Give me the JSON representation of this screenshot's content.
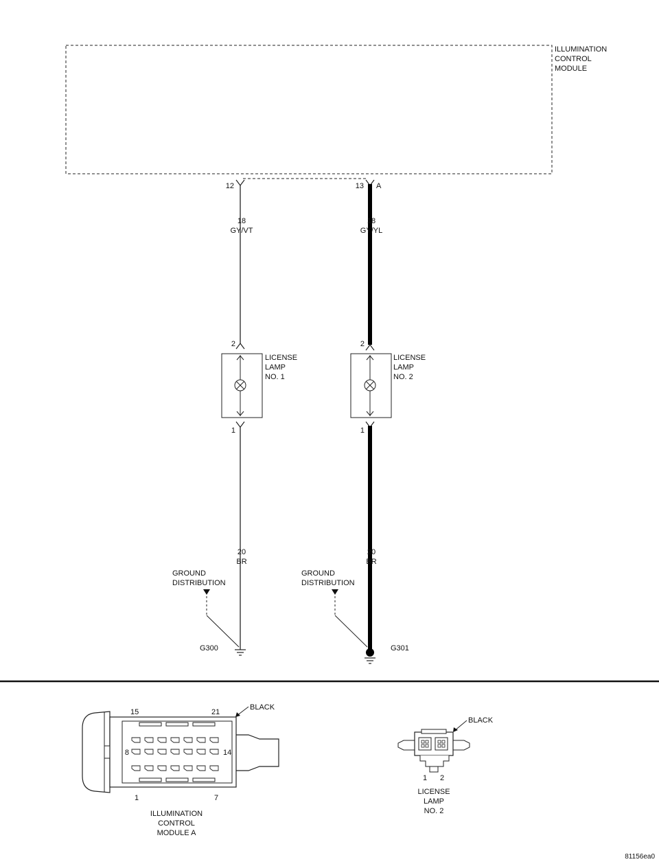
{
  "module": {
    "label_lines": [
      "ILLUMINATION",
      "CONTROL",
      "MODULE"
    ]
  },
  "circuits": [
    {
      "module_pin": "12",
      "connector_letter": "",
      "upper_wire": {
        "gauge": "18",
        "color": "GY/VT"
      },
      "lamp": {
        "label_lines": [
          "LICENSE",
          "LAMP",
          "NO. 1"
        ],
        "pin_top": "2",
        "pin_bottom": "1"
      },
      "lower_wire": {
        "gauge": "20",
        "color": "BR"
      },
      "ground_distribution_lines": [
        "GROUND",
        "DISTRIBUTION"
      ],
      "ground": "G300"
    },
    {
      "module_pin": "13",
      "connector_letter": "A",
      "upper_wire": {
        "gauge": "18",
        "color": "GY/YL"
      },
      "lamp": {
        "label_lines": [
          "LICENSE",
          "LAMP",
          "NO. 2"
        ],
        "pin_top": "2",
        "pin_bottom": "1"
      },
      "lower_wire": {
        "gauge": "20",
        "color": "BR"
      },
      "ground_distribution_lines": [
        "GROUND",
        "DISTRIBUTION"
      ],
      "ground": "G301"
    }
  ],
  "connector_views": {
    "module_connector": {
      "color_label": "BLACK",
      "pins": {
        "top_left": "15",
        "top_right": "21",
        "mid_left": "8",
        "mid_right": "14",
        "bottom_left": "1",
        "bottom_right": "7"
      },
      "label_lines": [
        "ILLUMINATION",
        "CONTROL",
        "MODULE A"
      ]
    },
    "lamp_connector": {
      "color_label": "BLACK",
      "pins": [
        "1",
        "2"
      ],
      "label_lines": [
        "LICENSE",
        "LAMP",
        "NO. 2"
      ]
    }
  },
  "figure_id": "81156ea0"
}
